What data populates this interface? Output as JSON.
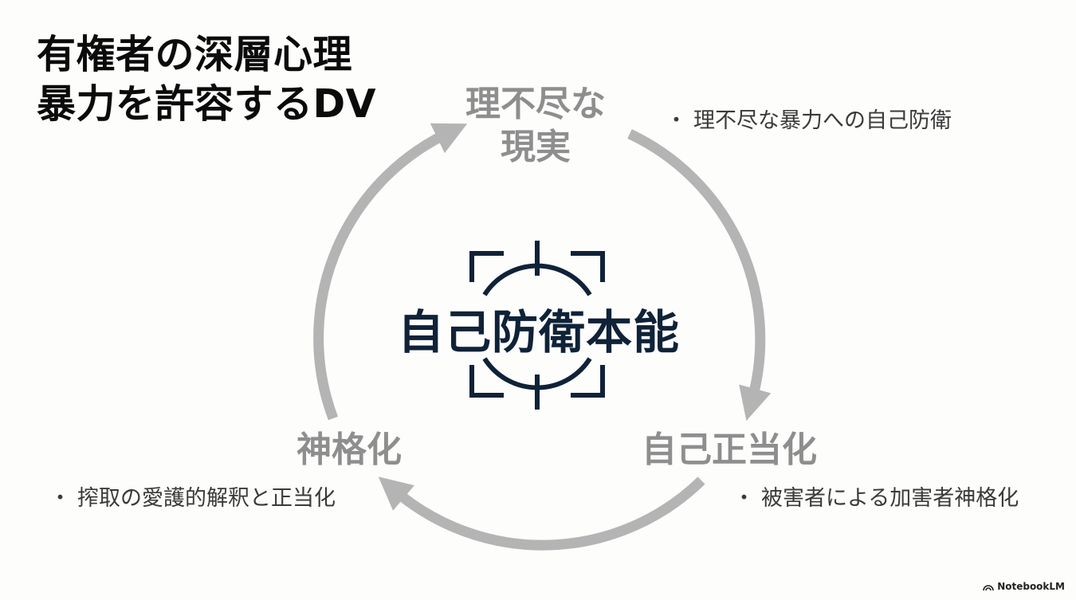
{
  "title": {
    "line1": "有権者の深層心理",
    "line2": "暴力を許容するDV"
  },
  "center": {
    "label": "自己防衛本能",
    "icon": "crosshair-target-icon",
    "color": "#0f2238"
  },
  "cycle": {
    "arrow_color": "#b4b4b4",
    "nodes": [
      {
        "label_line1": "理不尽な",
        "label_line2": "現実",
        "bullet": "理不尽な暴力への自己防衛"
      },
      {
        "label": "自己正当化",
        "bullet": "被害者による加害者神格化"
      },
      {
        "label": "神格化",
        "bullet": "搾取の愛護的解釈と正当化"
      }
    ]
  },
  "bullet_marker": "・",
  "brand": {
    "name": "NotebookLM",
    "icon": "notebooklm-logo-icon"
  }
}
